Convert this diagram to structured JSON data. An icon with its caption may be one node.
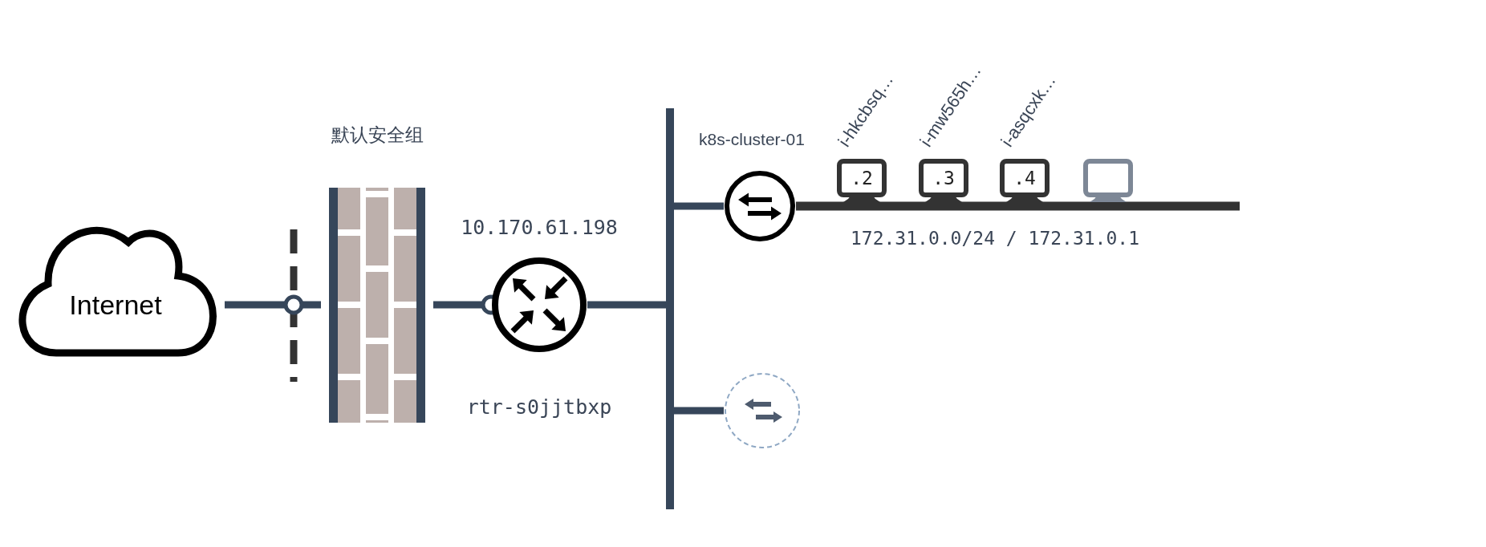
{
  "diagram": {
    "nodes": [
      {
        "text": [
          "Internet"
        ]
      },
      {
        "text": [
          "默认安全组"
        ]
      },
      {
        "text": [],
        "shape": "circle",
        "beside": [
          "10.170.61.198",
          "rtr-s0jjtbxp"
        ]
      },
      {
        "text": [],
        "shape": "bar"
      },
      {
        "text": [],
        "shape": "circle",
        "beside": [
          "k8s-cluster-01"
        ]
      },
      {
        "text": [
          ".2"
        ],
        "beside": [
          "i-hkcbsq…"
        ]
      },
      {
        "text": [
          ".3"
        ],
        "beside": [
          "i-mw565h…"
        ]
      },
      {
        "text": [
          ".4"
        ],
        "beside": [
          "i-asqcxk…"
        ]
      },
      {
        "text": [],
        "shape": "monitor"
      },
      {
        "text": [],
        "shape": "circle"
      }
    ],
    "edges": [
      {
        "from": 0,
        "to": 1,
        "arrow": "none"
      },
      {
        "from": 1,
        "to": 2,
        "arrow": "other"
      },
      {
        "from": 2,
        "to": 3,
        "arrow": "none"
      },
      {
        "from": 3,
        "to": 4,
        "arrow": "none"
      },
      {
        "from": 3,
        "to": 9,
        "arrow": "none"
      },
      {
        "from": 4,
        "to": null,
        "arrow": "none",
        "color": "#333333"
      }
    ],
    "labels": [
      "172.31.0.0/24 / 172.31.0.1"
    ]
  }
}
